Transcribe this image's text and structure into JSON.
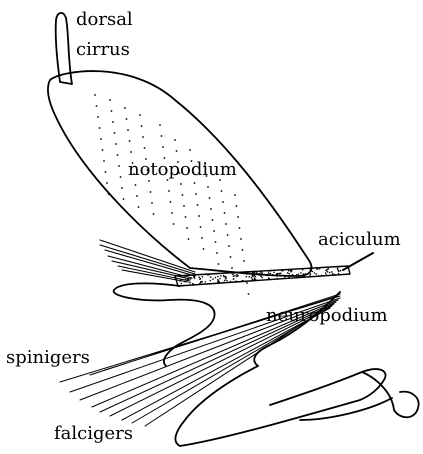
{
  "labels": {
    "dorsal": "dorsal",
    "cirrus": "cirrus",
    "notopodium": "notopodium",
    "aciculum": "aciculum",
    "neuropodium": "neuropodium",
    "spinigers": "spinigers",
    "falcigers": "falcigers"
  },
  "colors": {
    "ink": "#000000",
    "background": "#ffffff"
  }
}
